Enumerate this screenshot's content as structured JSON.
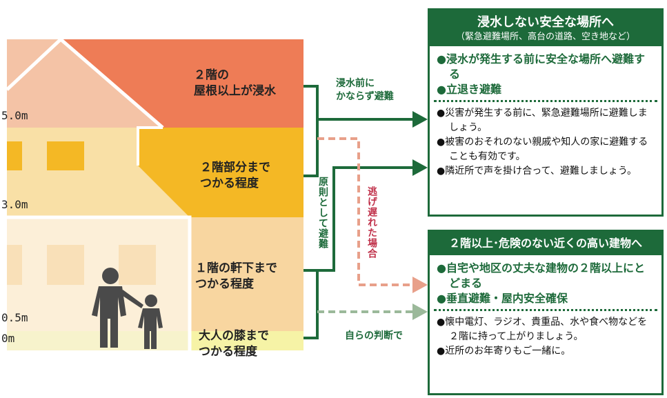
{
  "levels": {
    "l50": "5.0m",
    "l30": "3.0m",
    "l05": "0.5m",
    "l0": "0m"
  },
  "bands": {
    "roof": "２階の\n屋根以上が浸水",
    "second": "２階部分まで\nつかる程度",
    "eaves": "１階の軒下まで\nつかる程度",
    "knee": "大人の膝まで\nつかる程度"
  },
  "arrows": {
    "before_flood": "浸水前に\nかならず避難",
    "in_principle": "原則として避難",
    "late": "逃げ遅れた場合",
    "own_judgment": "自らの判断で"
  },
  "box_top": {
    "title": "浸水しない安全な場所へ",
    "subtitle": "（緊急避難場所、高台の道路、空き地など）",
    "green_items": [
      "●浸水が発生する前に安全な場所へ避難する",
      "●立退き避難"
    ],
    "items": [
      "●災害が発生する前に、緊急避難場所に避難しましょう。",
      "●被害のおそれのない親戚や知人の家に避難することも有効です。",
      "●隣近所で声を掛け合って、避難しましょう。"
    ]
  },
  "box_bottom": {
    "title": "２階以上･危険のない近くの高い建物へ",
    "green_items": [
      "●自宅や地区の丈夫な建物の２階以上にとどまる",
      "●垂直避難・屋内安全確保"
    ],
    "items": [
      "●懐中電灯、ラジオ、貴重品、水や食べ物などを２階に持って上がりましょう。",
      "●近所のお年寄りもご一緒に。"
    ]
  },
  "colors": {
    "green": "#1d6a3a",
    "roof_band": "#ee7c56",
    "second_band": "#f4b825",
    "eaves_band": "#f8d6a0",
    "knee_band": "#f6f3a6",
    "dashed_red": "#e8a08a",
    "dashed_green": "#9bb99a"
  }
}
